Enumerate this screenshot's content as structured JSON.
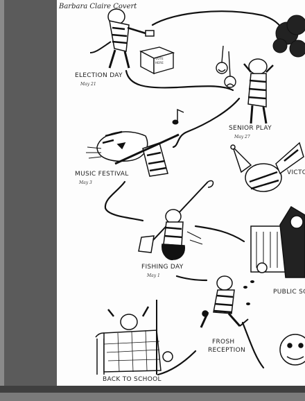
{
  "signature": "Barbara Claire Covert",
  "events": {
    "election_day": {
      "label": "ELECTION DAY",
      "date": "May 21"
    },
    "senior_play": {
      "label": "SENIOR PLAY",
      "date": "May 27"
    },
    "music_festival": {
      "label": "MUSIC FESTIVAL",
      "date": "May 3"
    },
    "victory": {
      "label": "VICTO"
    },
    "fishing_day": {
      "label": "FISHING DAY",
      "date": "May 1"
    },
    "public_school": {
      "label": "PUBLIC SC"
    },
    "frosh_reception": {
      "label_line1": "FROSH",
      "label_line2": "RECEPTION"
    },
    "back_to_school": {
      "label": "BACK TO SCHOOL"
    }
  },
  "ballot_box_text": {
    "line1": "VOTE",
    "line2": "HERE"
  }
}
